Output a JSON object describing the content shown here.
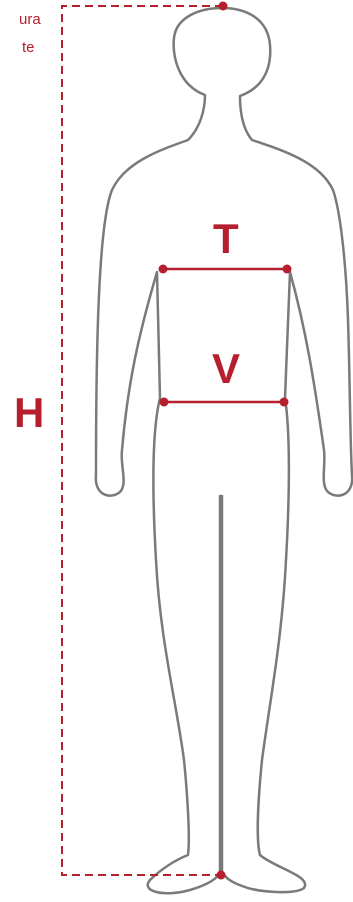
{
  "caption": {
    "line1": "ura",
    "line2": "te"
  },
  "labels": {
    "height": "H",
    "chest": "T",
    "waist": "V"
  },
  "colors": {
    "accent": "#b51f2e",
    "outline": "#7a7a7a",
    "background": "#ffffff"
  }
}
